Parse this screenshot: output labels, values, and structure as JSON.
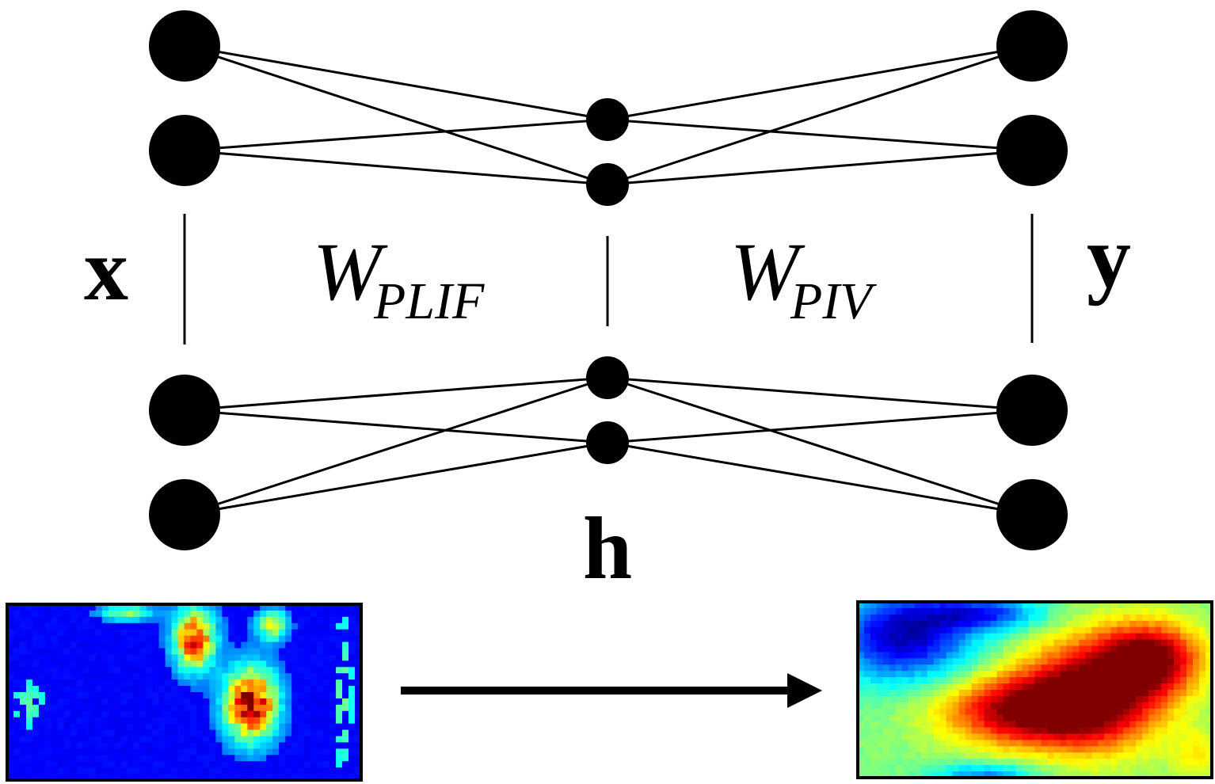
{
  "labels": {
    "input": "x",
    "output": "y",
    "hidden": "h",
    "weight_left_main": "W",
    "weight_left_sub": "PLIF",
    "weight_right_main": "W",
    "weight_right_sub": "PIV"
  },
  "colors": {
    "ink": "#000000",
    "background": "#ffffff",
    "field_low": "#0a2bb5",
    "field_high": "#8b0000"
  }
}
